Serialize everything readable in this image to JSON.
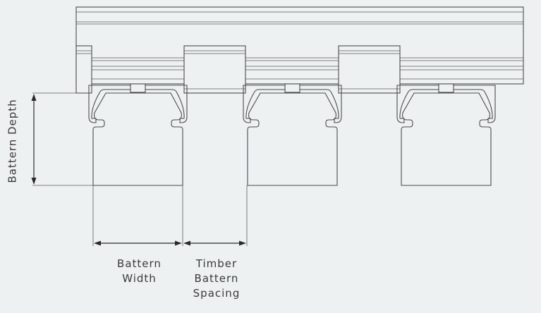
{
  "labels": {
    "batten_depth": "Battern Depth",
    "batten_width": [
      "Battern",
      "Width"
    ],
    "timber_spacing": [
      "Timber",
      "Battern",
      "Spacing"
    ]
  },
  "colors": {
    "background": "#eef1f2",
    "line": "#4b4b4b",
    "dimension": "#2a2a2a",
    "text": "#3a3a3a"
  }
}
